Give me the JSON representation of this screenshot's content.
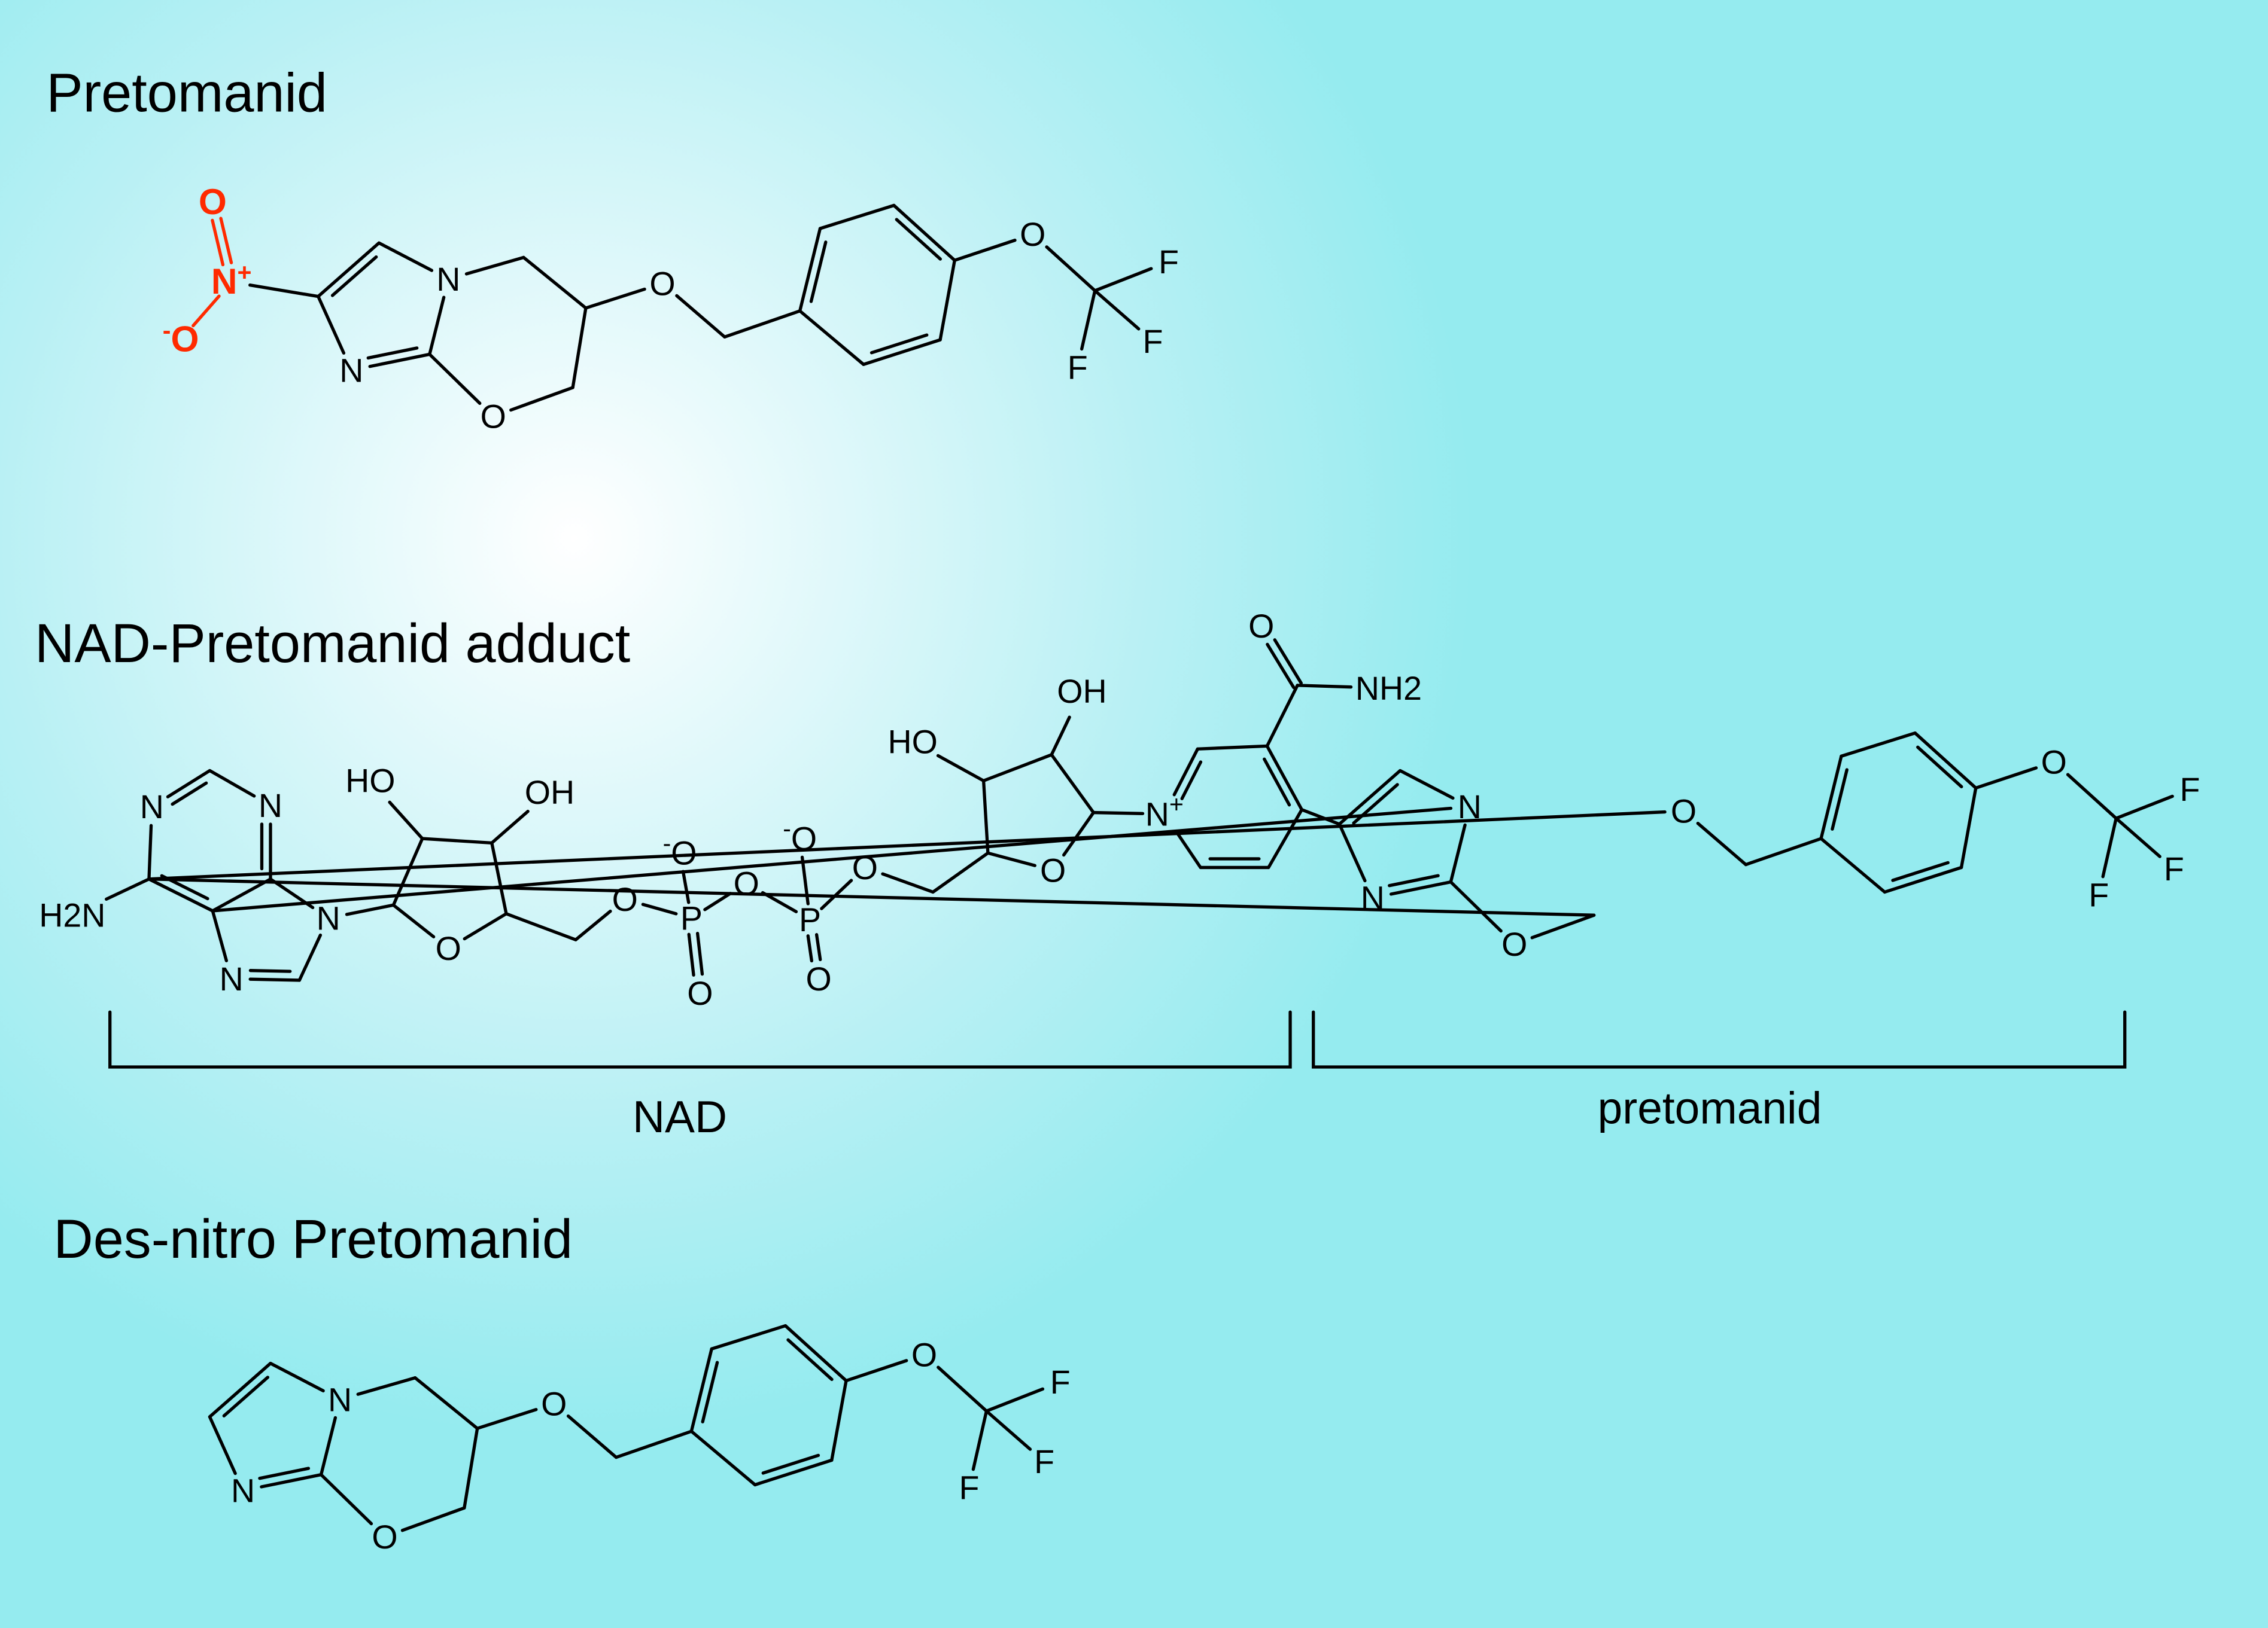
{
  "titles": {
    "pretomanid": "Pretomanid",
    "adduct": "NAD-Pretomanid adduct",
    "desnitro": "Des-nitro Pretomanid"
  },
  "brackets": {
    "nad": "NAD",
    "pretomanid": "pretomanid"
  },
  "colors": {
    "nitro": "#ff2a00",
    "bond": "#000000"
  },
  "molecules": {
    "pretomanid": {
      "labels": {
        "nitro_n": "N+",
        "nitro_o": "O",
        "nitro_o_minus": "-O",
        "n_ring": "N",
        "n_imid": "N",
        "o_ring": "O",
        "o_ether": "O",
        "o_aryl": "O",
        "f1": "F",
        "f2": "F",
        "f3": "F"
      }
    },
    "adduct": {
      "labels": {
        "h2n": "H2N",
        "n1": "N",
        "n3": "N",
        "n7": "N",
        "n9": "N",
        "r1_ho": "HO",
        "r1_oh": "OH",
        "r1_o": "O",
        "o5": "O",
        "p1": "P",
        "p1_ominus": "-O",
        "p1_o": "O",
        "o_bridge": "O",
        "p2": "P",
        "p2_ominus": "-O",
        "p2_o": "O",
        "o5b": "O",
        "r2_o": "O",
        "r2_ho": "HO",
        "r2_oh": "OH",
        "npy": "N+",
        "amide_o": "O",
        "amide_nh2": "NH2",
        "n_ring": "N",
        "n_imid": "N",
        "o_ring": "O",
        "o_ether": "O",
        "o_aryl": "O",
        "f1": "F",
        "f2": "F",
        "f3": "F"
      }
    },
    "desnitro": {
      "labels": {
        "n_ring": "N",
        "n_imid": "N",
        "o_ring": "O",
        "o_ether": "O",
        "o_aryl": "O",
        "f1": "F",
        "f2": "F",
        "f3": "F"
      }
    }
  }
}
